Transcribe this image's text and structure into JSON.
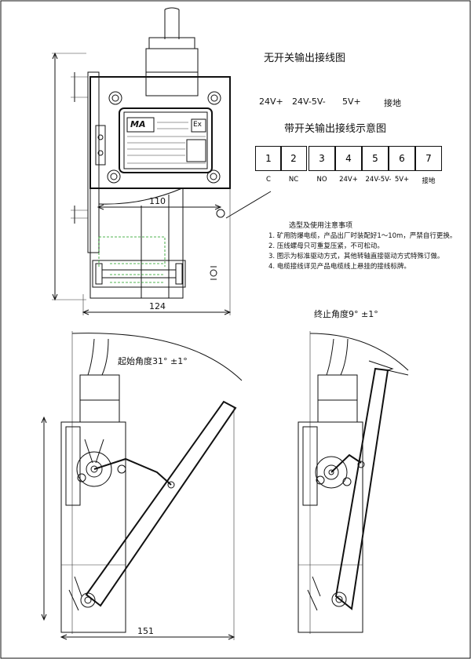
{
  "titles": {
    "no_switch": "无开关输出接线图",
    "with_switch": "带开关输出接线示意图",
    "start_angle": "起始角度31°  ±1°",
    "end_angle": "终止角度9°  ±1°"
  },
  "no_switch_signals": [
    "24V+",
    "24V-5V-",
    "5V+",
    "接地"
  ],
  "terminals": [
    {
      "num": "1",
      "sig": "C"
    },
    {
      "num": "2",
      "sig": "NC"
    },
    {
      "num": "3",
      "sig": "NO"
    },
    {
      "num": "4",
      "sig": "24V+"
    },
    {
      "num": "5",
      "sig": "24V-5V-"
    },
    {
      "num": "6",
      "sig": "5V+"
    },
    {
      "num": "7",
      "sig": "接地"
    }
  ],
  "notes": {
    "heading": "选型及使用注意事项",
    "items": [
      "1. 矿用防爆电缆，产品出厂时装配好1～10m，严禁自行更换。",
      "2. 压线螺母只可重复压紧，不可松动。",
      "3. 图示为标准驱动方式，其他转轴直接驱动方式特殊订做。",
      "4. 电缆接线详见产品电缆线上悬挂的接线标牌。"
    ]
  },
  "dimensions": {
    "d110": "110",
    "d124": "124",
    "d151": "151"
  },
  "nameplate": {
    "logo": "MA",
    "ex": "Ex"
  }
}
